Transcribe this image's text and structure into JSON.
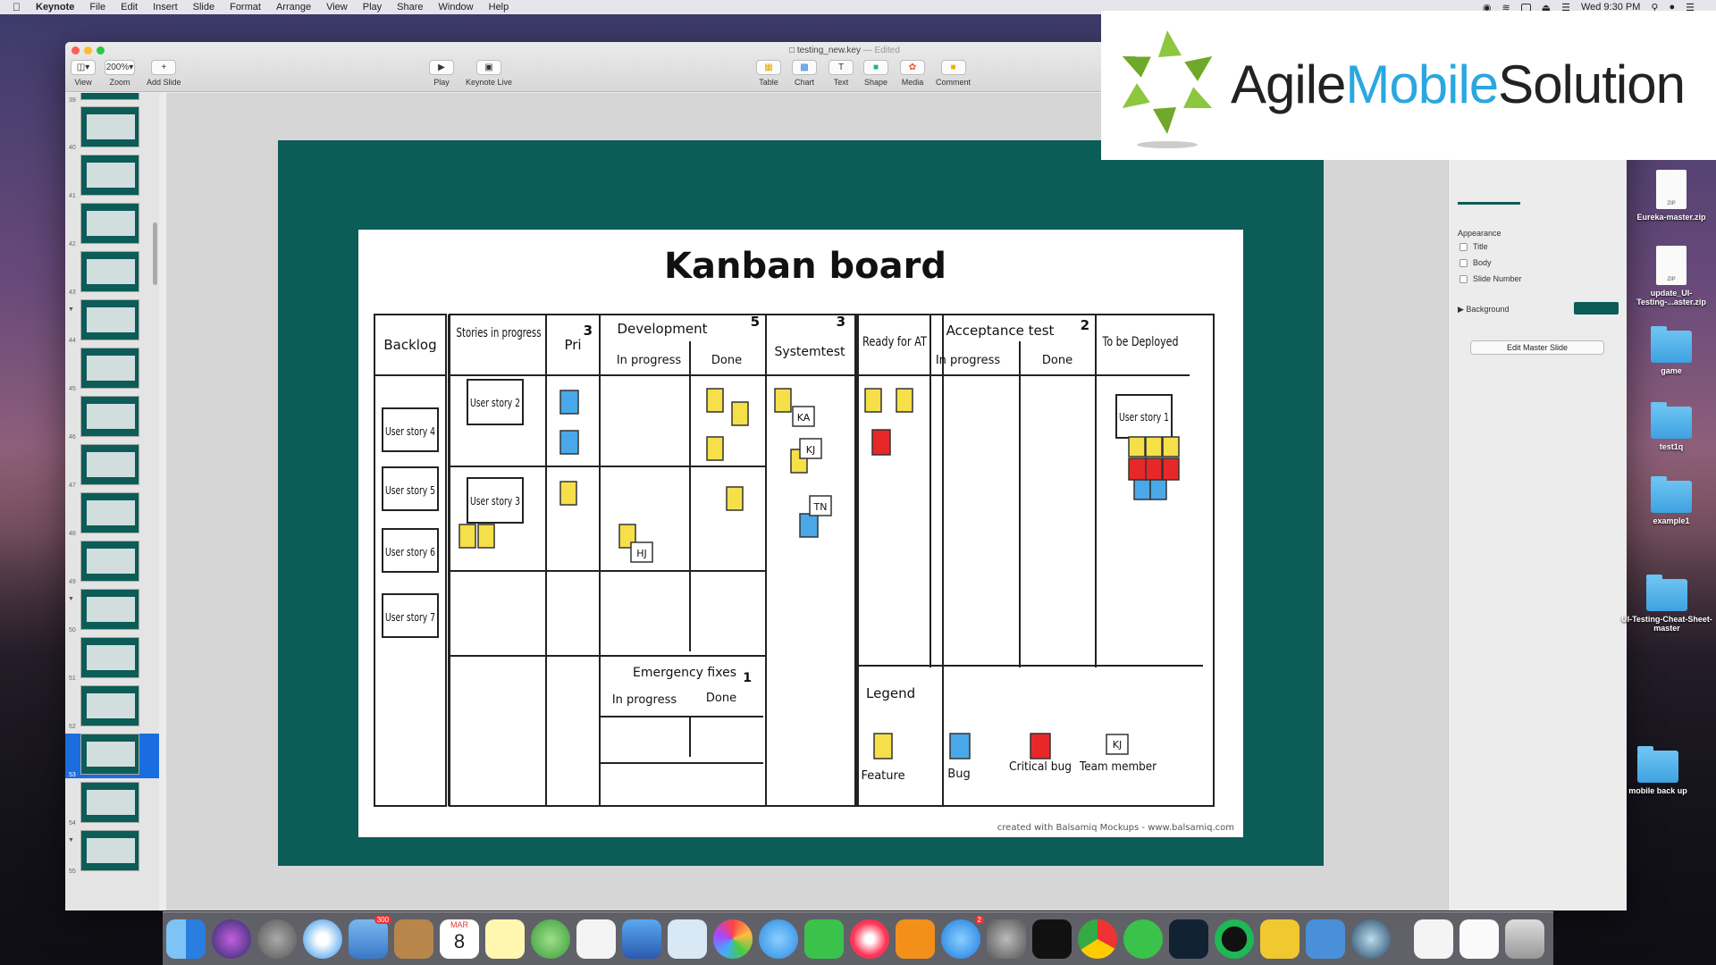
{
  "menubar": {
    "app": "Keynote",
    "items": [
      "File",
      "Edit",
      "Insert",
      "Slide",
      "Format",
      "Arrange",
      "View",
      "Play",
      "Share",
      "Window",
      "Help"
    ],
    "clock": "Wed 9:30 PM"
  },
  "window": {
    "filename": "testing_new.key",
    "edited": "— Edited",
    "toolbar": {
      "view": "View",
      "zoom": "Zoom",
      "zoom_value": "200%",
      "add_slide": "Add Slide",
      "play": "Play",
      "keynote_live": "Keynote Live",
      "table": "Table",
      "chart": "Chart",
      "text": "Text",
      "shape": "Shape",
      "media": "Media",
      "comment": "Comment"
    }
  },
  "navigator": {
    "slides": [
      {
        "num": "39"
      },
      {
        "num": "40"
      },
      {
        "num": "41"
      },
      {
        "num": "42"
      },
      {
        "num": "43"
      },
      {
        "num": "44"
      },
      {
        "num": "45"
      },
      {
        "num": "46"
      },
      {
        "num": "47"
      },
      {
        "num": "48"
      },
      {
        "num": "49"
      },
      {
        "num": "50"
      },
      {
        "num": "51"
      },
      {
        "num": "52"
      },
      {
        "num": "53"
      },
      {
        "num": "54"
      },
      {
        "num": "55"
      }
    ]
  },
  "board": {
    "title": "Kanban board",
    "backlog": "Backlog",
    "stories_in_progress": "Stories in progress",
    "pri": "Pri",
    "pri_wip": "3",
    "development": "Development",
    "dev_wip": "5",
    "dev_in_progress": "In progress",
    "dev_done": "Done",
    "systemtest": "Systemtest",
    "sys_wip": "3",
    "ready_for_at": "Ready for AT",
    "acceptance_test": "Acceptance test",
    "at_wip": "2",
    "at_in_progress": "In progress",
    "at_done": "Done",
    "to_be_deployed": "To be Deployed",
    "emergency_fixes": "Emergency fixes",
    "em_wip": "1",
    "em_in_progress": "In progress",
    "em_done": "Done",
    "backlog_stories": [
      "User story 4",
      "User story 5",
      "User story 6",
      "User story 7"
    ],
    "story_2": "User story 2",
    "story_3": "User story 3",
    "story_1": "User story 1",
    "tags": {
      "ka": "KA",
      "kj": "KJ",
      "tn": "TN",
      "hj": "HJ"
    },
    "legend": {
      "title": "Legend",
      "feature": "Feature",
      "bug": "Bug",
      "critical": "Critical bug",
      "member": "Team member",
      "member_tag": "KJ"
    },
    "credit": "created with Balsamiq Mockups - www.balsamiq.com",
    "colors": {
      "feature": "#f5e04a",
      "bug": "#4aa8e8",
      "critical": "#e82828"
    }
  },
  "inspector": {
    "appearance": "Appearance",
    "title": "Title",
    "body": "Body",
    "slide_number": "Slide Number",
    "background": "Background",
    "edit_master": "Edit Master Slide",
    "bg_color": "#0c5c58"
  },
  "logo": {
    "brand": "AgileMobileSolution",
    "part1": "Agile",
    "part2": "Mobile",
    "part3": "Solution"
  },
  "desktop": {
    "items": [
      {
        "label": "Eureka-master.zip",
        "kind": "zip"
      },
      {
        "label": "update_UI-Testing-...aster.zip",
        "kind": "zip"
      },
      {
        "label": "game",
        "kind": "folder"
      },
      {
        "label": "test1q",
        "kind": "folder"
      },
      {
        "label": "example1",
        "kind": "folder"
      },
      {
        "label": "UI-Testing-Cheat-Sheet-master",
        "kind": "folder"
      },
      {
        "label": "mobile back up",
        "kind": "folder"
      }
    ]
  },
  "dock": {
    "mail_badge": "300",
    "calendar_month": "MAR",
    "calendar_day": "8",
    "appstore_badge": "2"
  }
}
